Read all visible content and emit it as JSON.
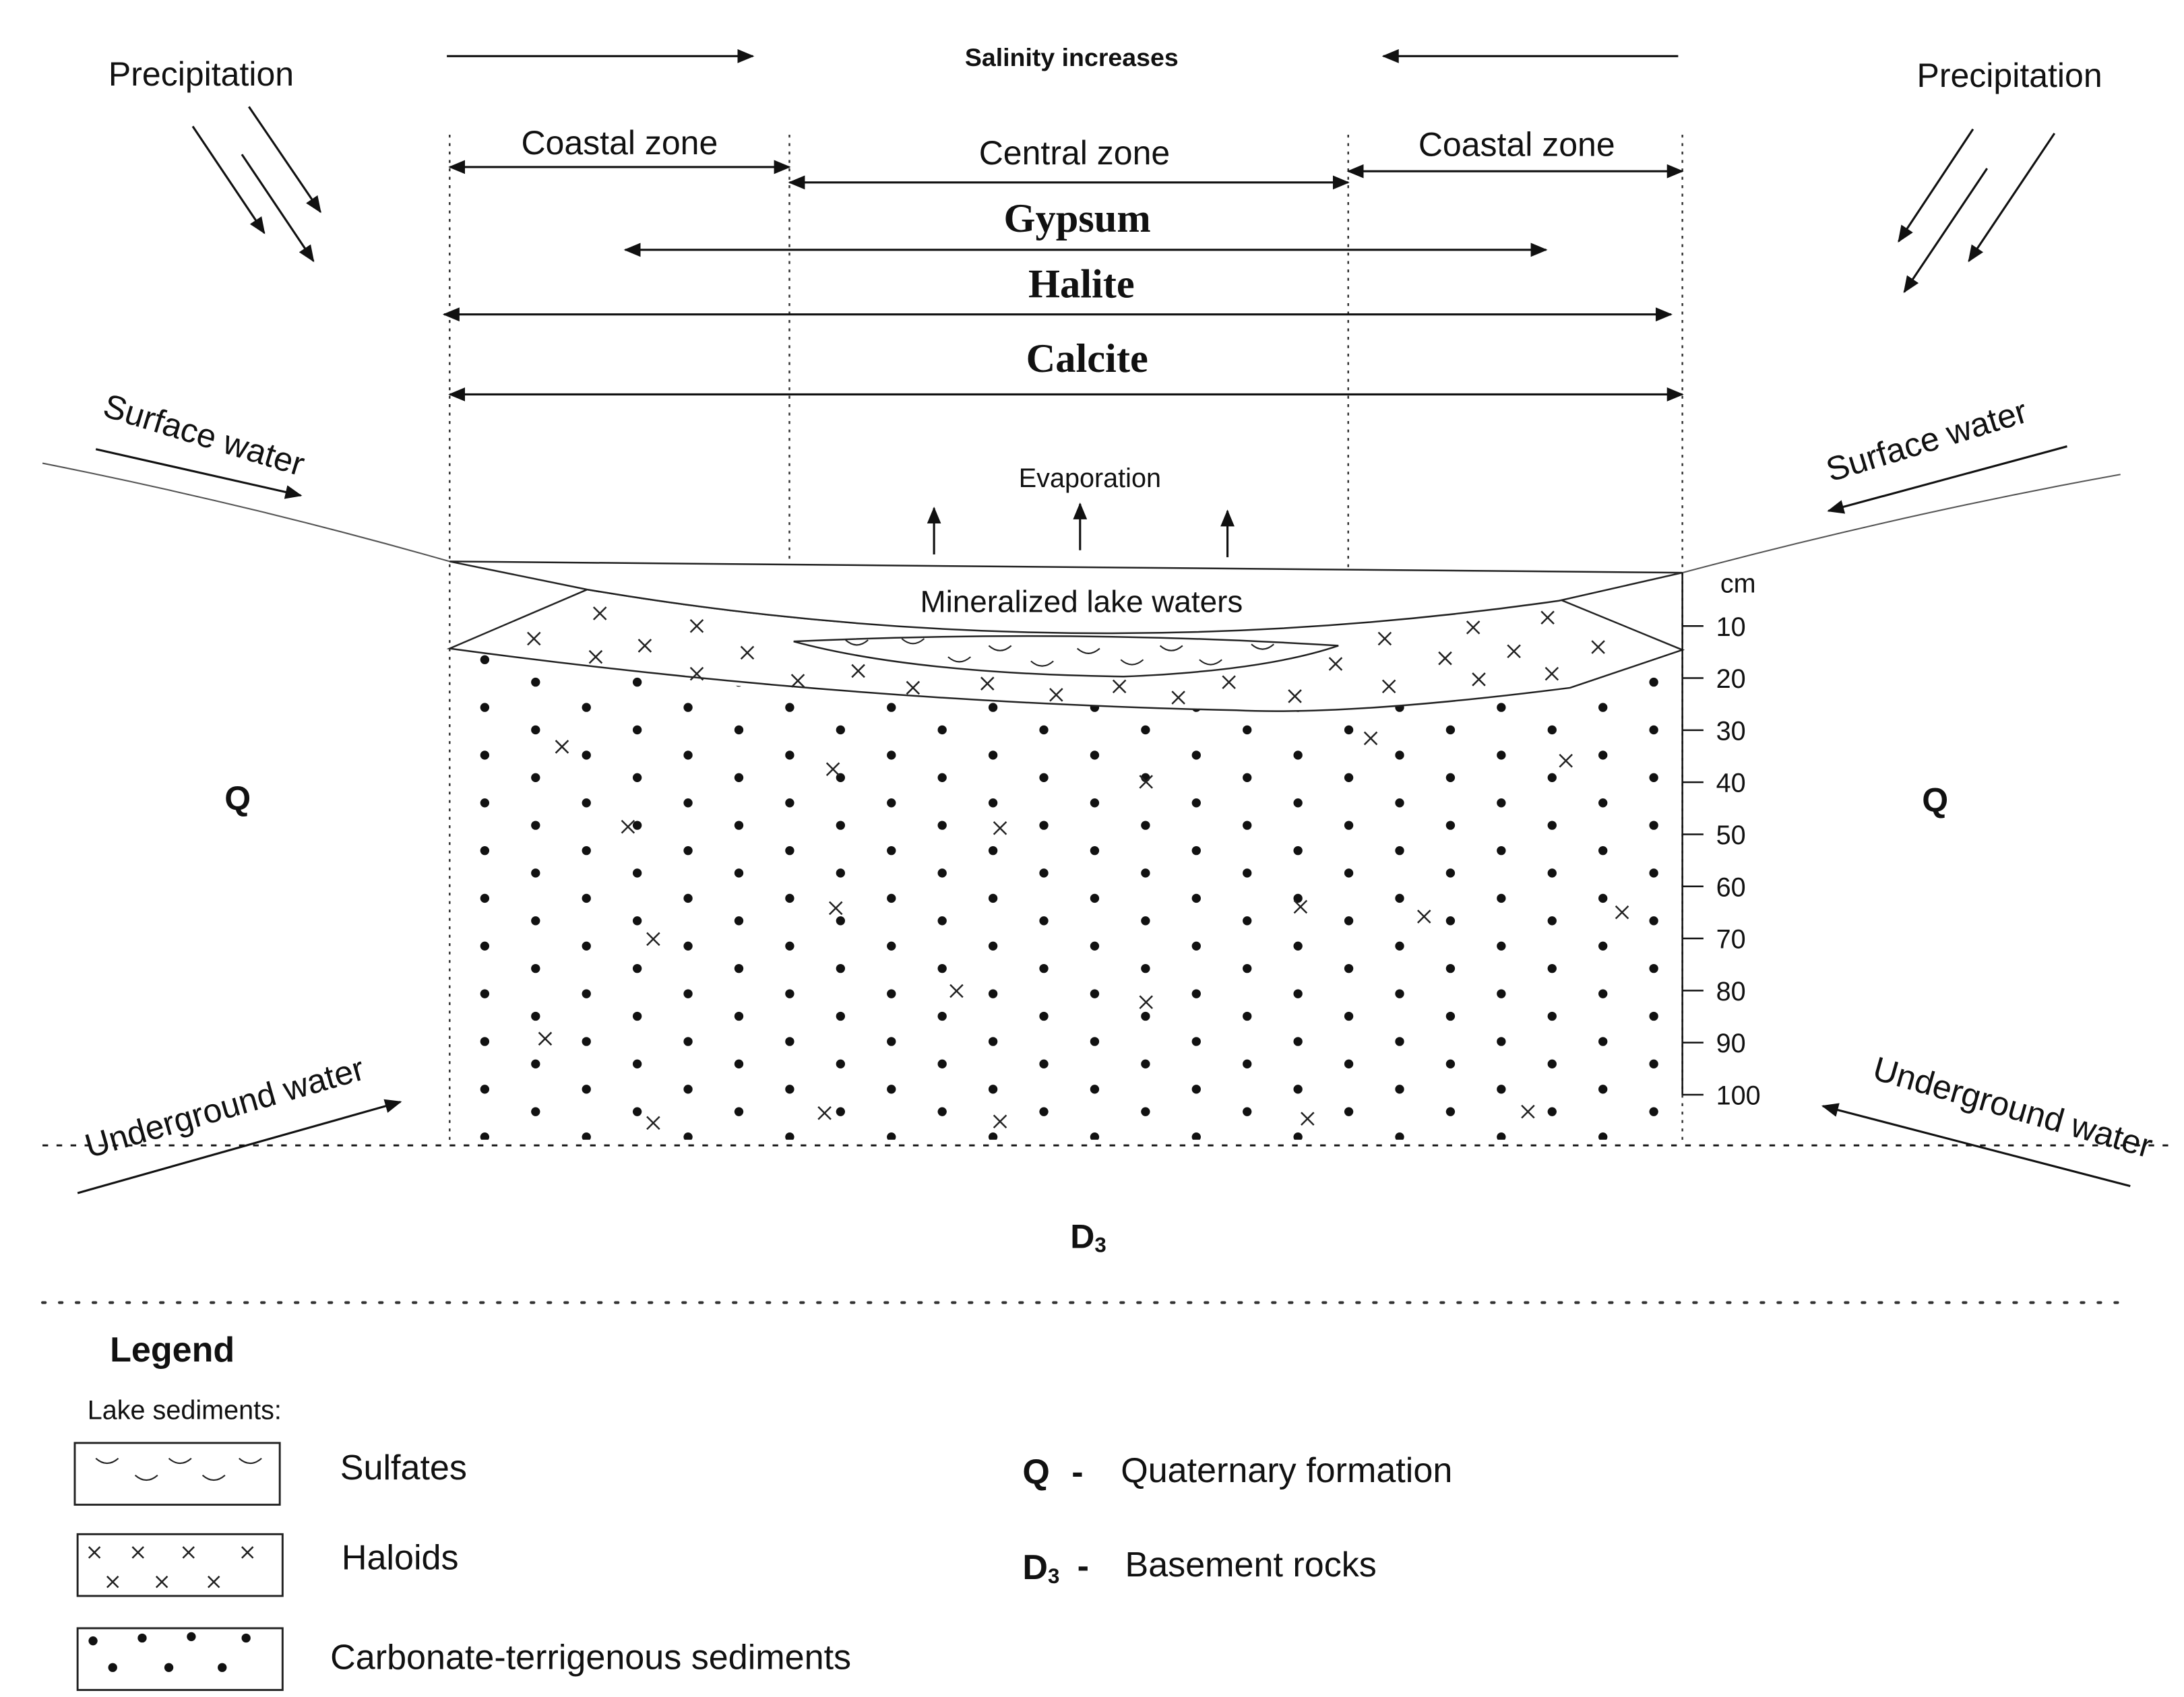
{
  "header": {
    "salinity": "Salinity increases",
    "precipitation_left": "Precipitation",
    "precipitation_right": "Precipitation"
  },
  "zones": {
    "coastal_left": "Coastal zone",
    "central": "Central zone",
    "coastal_right": "Coastal zone"
  },
  "minerals": {
    "gypsum": "Gypsum",
    "halite": "Halite",
    "calcite": "Calcite"
  },
  "flows": {
    "surface_left": "Surface water",
    "surface_right": "Surface water",
    "underground_left": "Underground water",
    "underground_right": "Underground water",
    "evaporation": "Evaporation"
  },
  "lake": {
    "waters": "Mineralized lake waters"
  },
  "formations": {
    "q_left": "Q",
    "q_right": "Q",
    "d3_main": "D",
    "d3_sub": "3"
  },
  "depth_scale": {
    "unit": "cm",
    "ticks": [
      "10",
      "20",
      "30",
      "40",
      "50",
      "60",
      "70",
      "80",
      "90",
      "100"
    ]
  },
  "legend": {
    "title": "Legend",
    "subtitle": "Lake sediments:",
    "sulfates": "Sulfates",
    "haloids": "Haloids",
    "carbonate": "Carbonate-terrigenous sediments",
    "q_symbol": "Q",
    "q_dash": "-",
    "q_text": "Quaternary formation",
    "d3_symbol": "D",
    "d3_sub": "3",
    "d3_dash": "-",
    "d3_text": "Basement rocks"
  }
}
